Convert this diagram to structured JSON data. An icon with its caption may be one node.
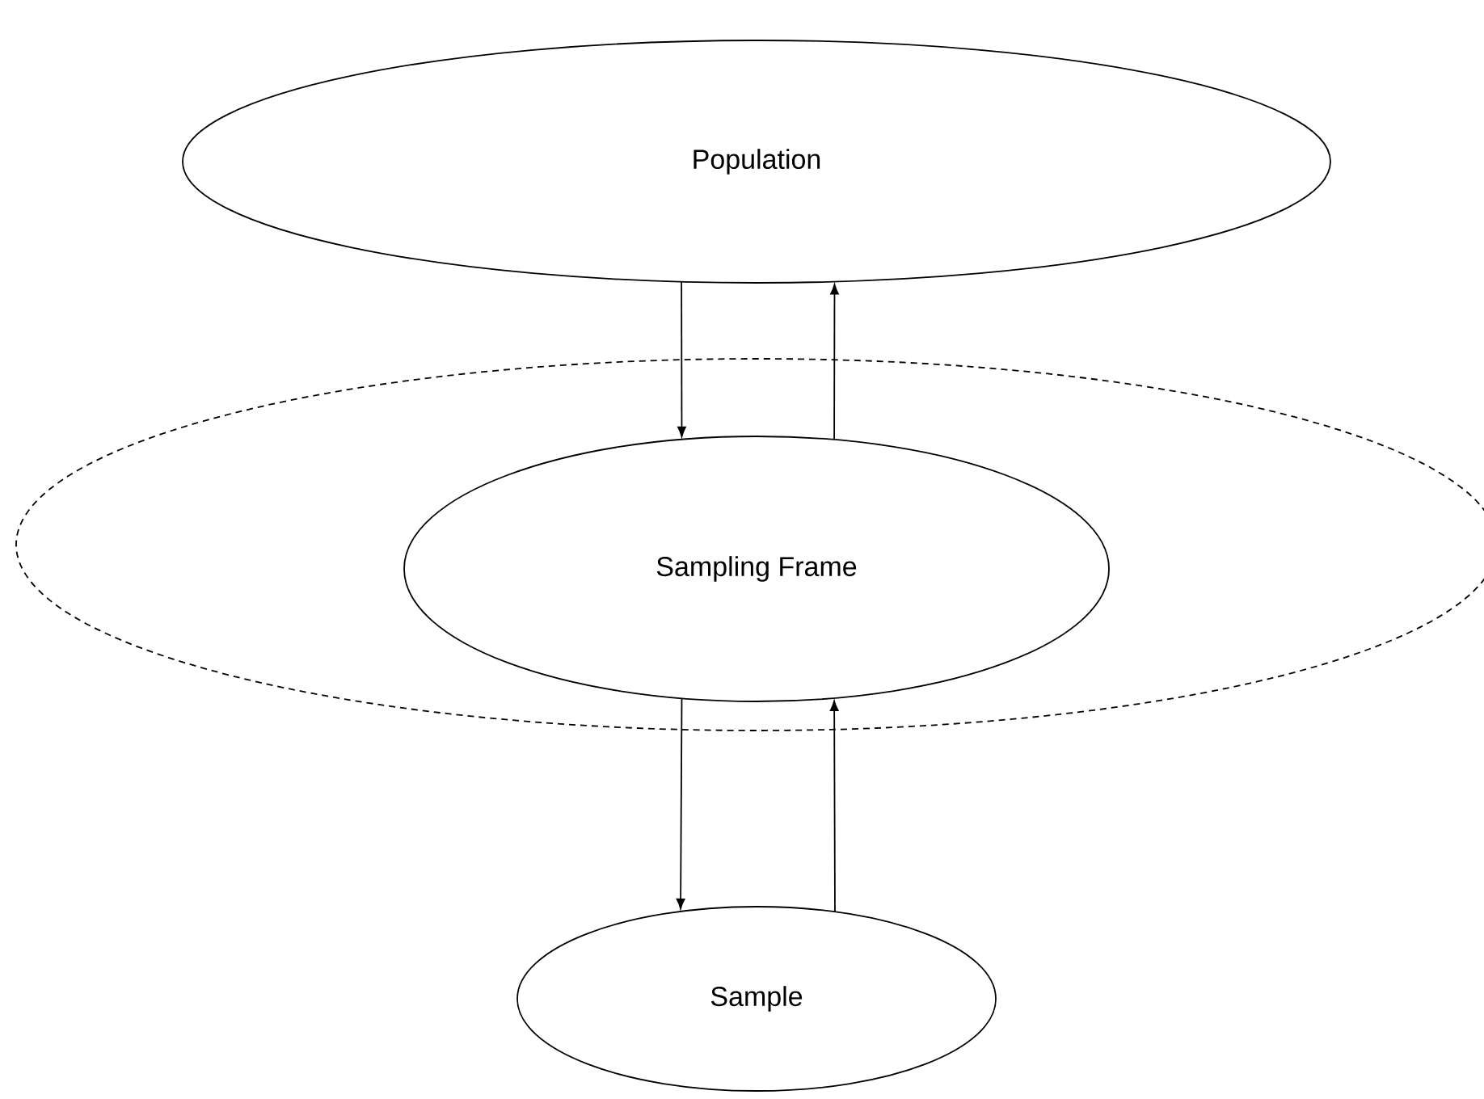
{
  "diagram": {
    "nodes": [
      {
        "text": [
          "Population"
        ]
      },
      {
        "text": [],
        "shape": "ellipse"
      },
      {
        "text": [
          "Sampling Frame"
        ],
        "in": 1
      },
      {
        "text": [
          "Sample"
        ]
      }
    ],
    "edges": [
      {
        "from": 0,
        "to": 2,
        "arrow": "to"
      },
      {
        "from": 2,
        "to": 0,
        "arrow": "to"
      },
      {
        "from": 2,
        "to": 3,
        "arrow": "to"
      },
      {
        "from": 3,
        "to": 2,
        "arrow": "to"
      }
    ]
  }
}
